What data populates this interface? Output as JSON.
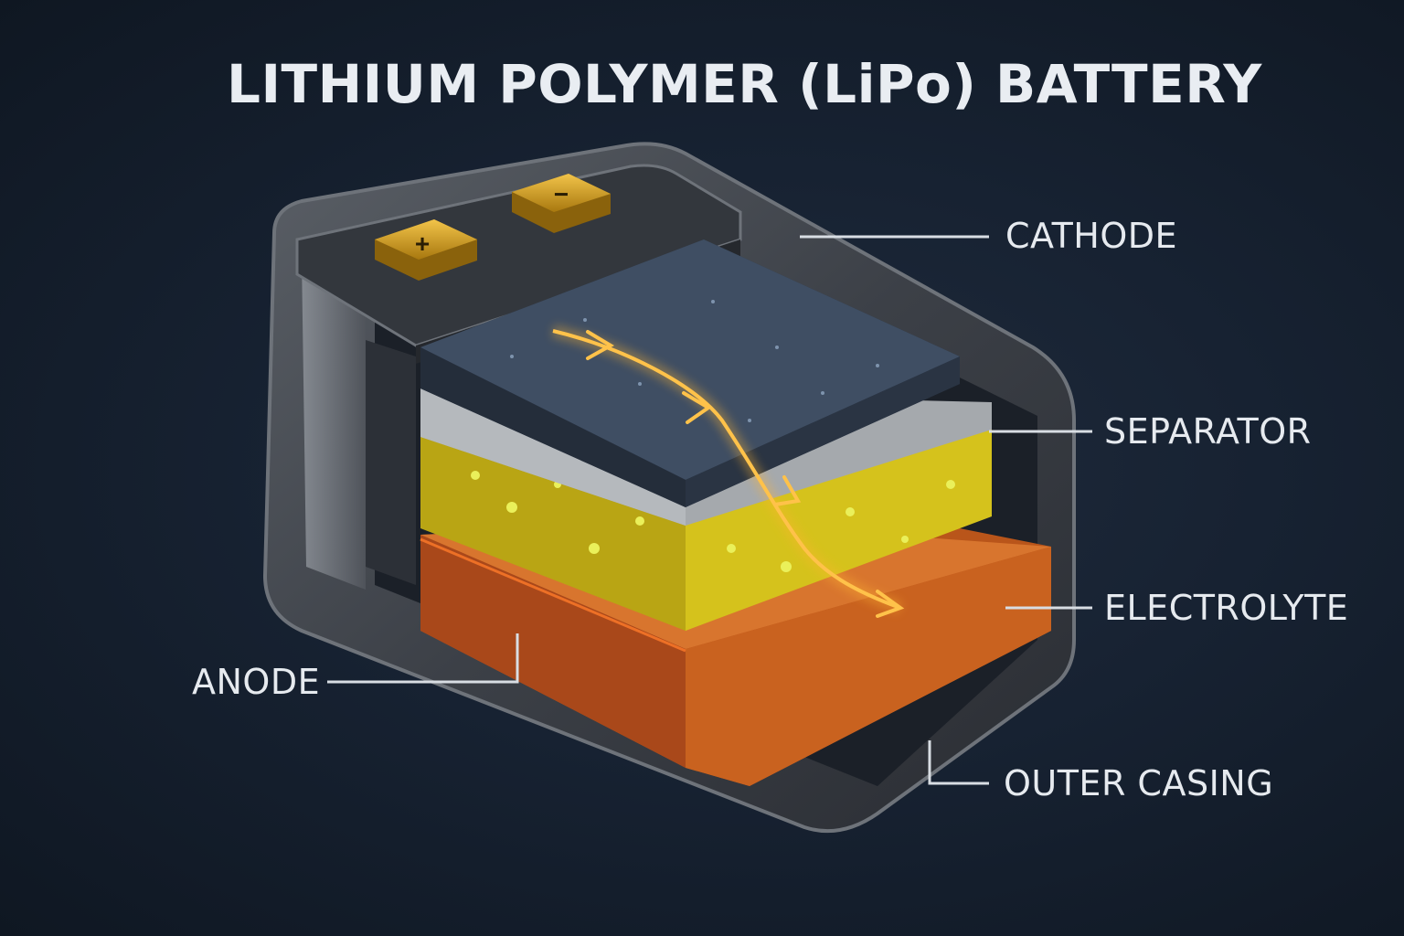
{
  "title": "LITHIUM POLYMER (LiPo) BATTERY",
  "terminals": {
    "positive": "+",
    "negative": "−"
  },
  "labels": {
    "cathode": "CATHODE",
    "separator": "SEPARATOR",
    "electrolyte": "ELECTROLYTE",
    "anode": "ANODE",
    "outer_casing": "OUTER CASING"
  },
  "colors": {
    "background": "#172232",
    "casing": "#4a4e55",
    "cathode_layer": "#3f4e63",
    "separator_layer": "#b5b9bd",
    "electrolyte_layer": "#d5c21c",
    "anode_layer": "#c9621f",
    "terminal_gold": "#d9a520",
    "flow_arrow": "#ffb632"
  }
}
